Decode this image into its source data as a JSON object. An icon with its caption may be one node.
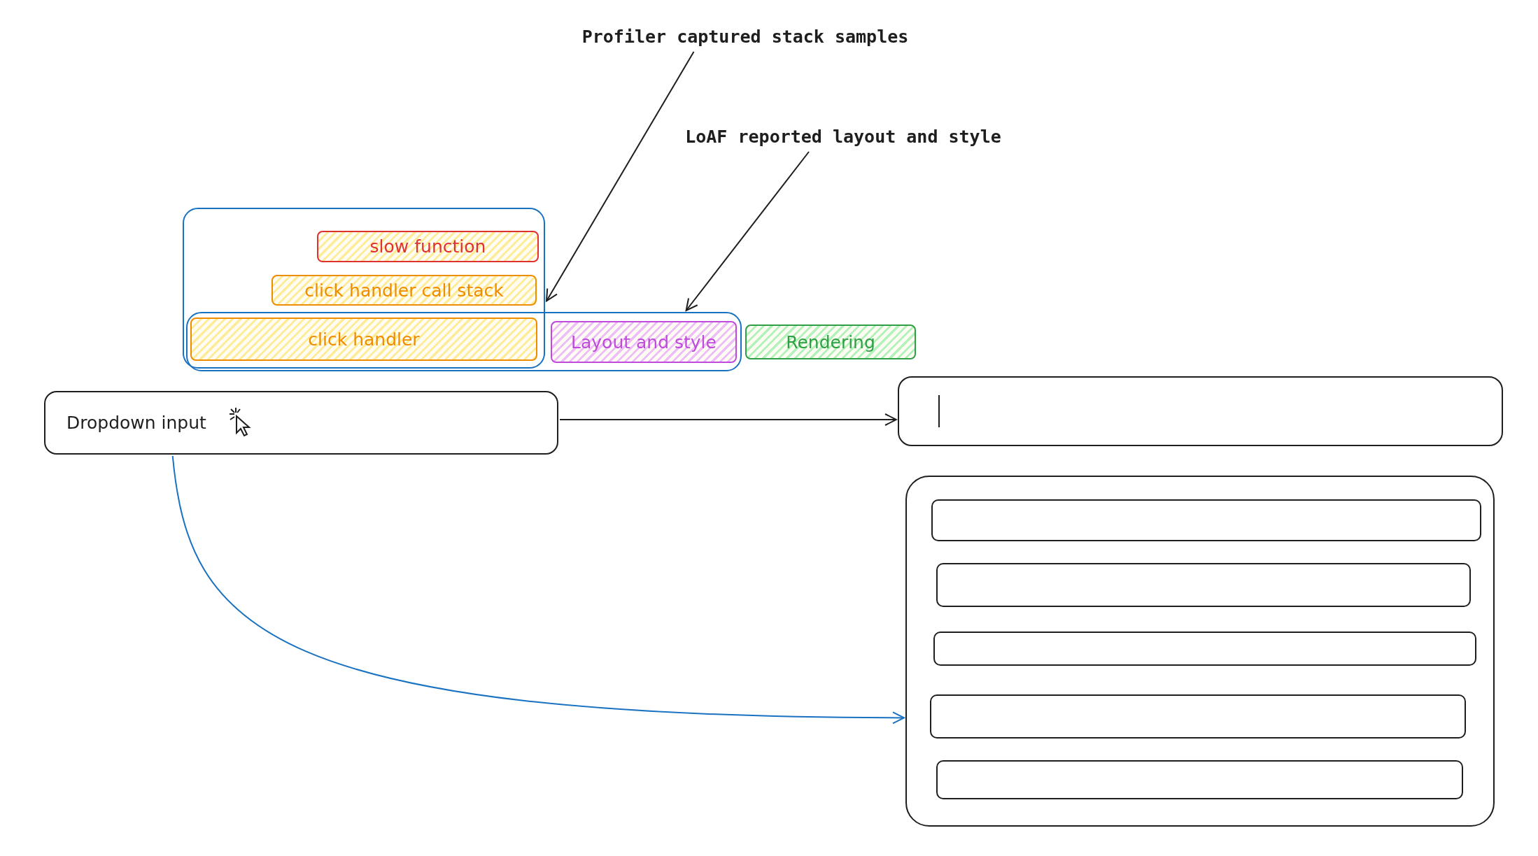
{
  "diagram": {
    "nodes": [
      {
        "text": [
          "Profiler captured stack samples"
        ]
      },
      {
        "text": [
          "LoAF reported layout and style"
        ]
      },
      {
        "text": [],
        "shape": "box"
      },
      {
        "text": [],
        "shape": "box"
      },
      {
        "text": [
          "slow function"
        ],
        "in": 2
      },
      {
        "text": [
          "click handler call stack"
        ],
        "in": 2
      },
      {
        "text": [
          "click handler"
        ]
      },
      {
        "text": [
          "Layout and style"
        ],
        "in": 3
      },
      {
        "text": [
          "Rendering"
        ]
      },
      {
        "text": [
          "Dropdown input"
        ]
      },
      {
        "text": [],
        "shape": "box"
      },
      {
        "text": [],
        "shape": "box"
      },
      {
        "text": [],
        "shape": "box",
        "in": 11
      },
      {
        "text": [],
        "shape": "box",
        "in": 11
      },
      {
        "text": [],
        "shape": "box",
        "in": 11
      },
      {
        "text": [],
        "shape": "box",
        "in": 11
      },
      {
        "text": [],
        "shape": "box",
        "in": 11
      }
    ],
    "edges": [
      {
        "from": 0,
        "to": 2,
        "arrow": "to"
      },
      {
        "from": 1,
        "to": 3,
        "arrow": "to"
      },
      {
        "from": 9,
        "to": 10,
        "arrow": "to"
      },
      {
        "from": 9,
        "to": 11,
        "arrow": "to",
        "color": "#1971c2"
      }
    ]
  }
}
